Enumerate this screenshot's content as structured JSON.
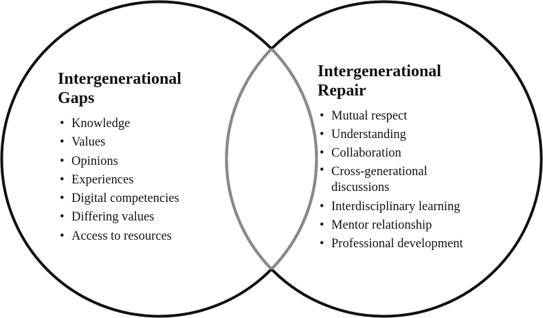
{
  "diagram": {
    "type": "venn",
    "colors": {
      "circle_outline": "#111111",
      "overlap_arc": "#8a8a8a",
      "text": "#111111",
      "background": "#ffffff"
    },
    "left_set": {
      "title": "Intergenerational Gaps",
      "title_lines": [
        "Intergenerational",
        "Gaps"
      ],
      "items": [
        "Knowledge",
        "Values",
        "Opinions",
        "Experiences",
        "Digital competencies",
        "Differing values",
        "Access to resources"
      ]
    },
    "right_set": {
      "title": "Intergenerational Repair",
      "title_lines": [
        "Intergenerational",
        "Repair"
      ],
      "items": [
        "Mutual respect",
        "Understanding",
        "Collaboration",
        "Cross-generational discussions",
        "Interdisciplinary learning",
        "Mentor relationship",
        "Professional development"
      ]
    }
  }
}
